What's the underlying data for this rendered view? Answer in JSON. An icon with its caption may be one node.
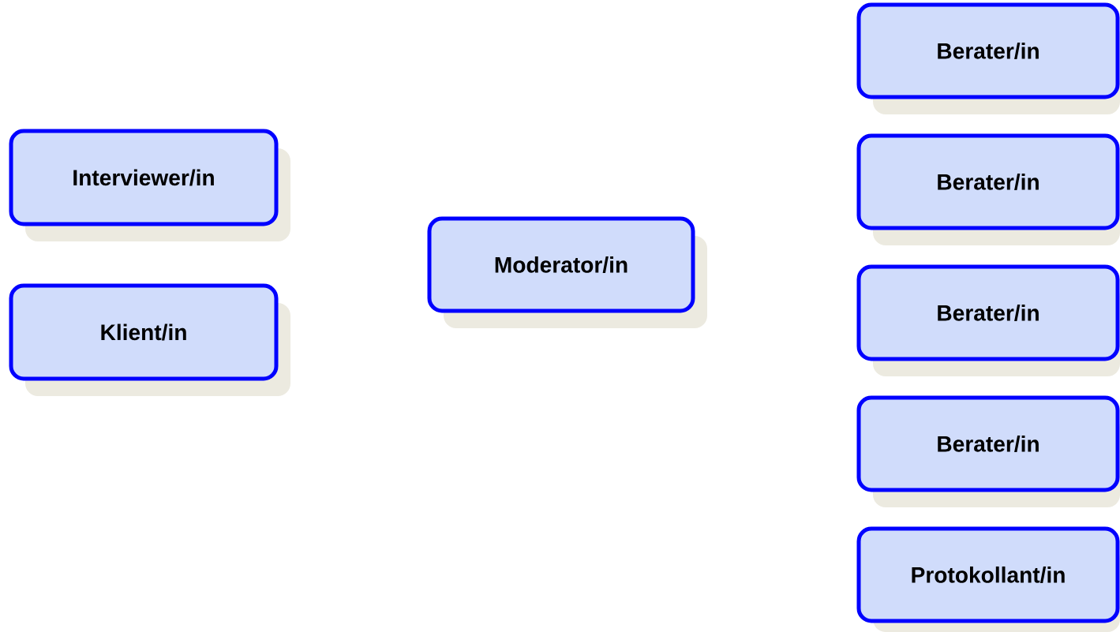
{
  "diagram": {
    "nodes": [
      {
        "text": [
          "Interviewer/in"
        ]
      },
      {
        "text": [
          "Klient/in"
        ]
      },
      {
        "text": [
          "Moderator/in"
        ]
      },
      {
        "text": [
          "Berater/in"
        ]
      },
      {
        "text": [
          "Berater/in"
        ]
      },
      {
        "text": [
          "Berater/in"
        ]
      },
      {
        "text": [
          "Berater/in"
        ]
      },
      {
        "text": [
          "Protokollant/in"
        ]
      }
    ]
  }
}
